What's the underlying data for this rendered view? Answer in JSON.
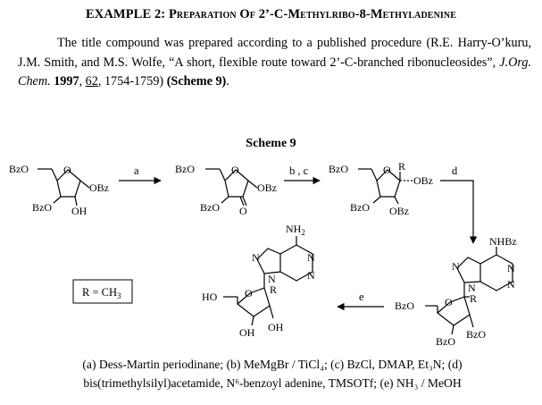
{
  "heading": {
    "prefix": "EXAMPLE 2: ",
    "title": "Preparation Of 2’-C-Methylribo-8-Methyladenine"
  },
  "paragraph": {
    "text_1": "The title compound was prepared according to a published procedure (R.E. Harry-O’kuru, J.M. Smith, and M.S. Wolfe, “A short, flexible route toward 2’-C-branched ribonucleosides”, ",
    "journal": "J.Org. Chem.",
    "year": "1997",
    "volume": "62",
    "pages": ", 1754-1759) ",
    "scheme_ref": "(Scheme 9)",
    "end": "."
  },
  "scheme": {
    "title": "Scheme 9",
    "box_label": "R = CH",
    "box_sub": "3",
    "arrows": {
      "a": "a",
      "bc": "b , c",
      "d": "d",
      "e": "e"
    },
    "mol1": {
      "top": "BzO",
      "obz": "OBz",
      "bzo": "BzO",
      "oh": "OH"
    },
    "mol2": {
      "top": "BzO",
      "obz": "OBz",
      "bzo": "BzO"
    },
    "mol3": {
      "top": "BzO",
      "r": "R",
      "obz": "OBz",
      "bzo": "BzO",
      "obz2": "OBz"
    },
    "mol4": {
      "nhbz": "NHBz",
      "bzo": "BzO",
      "r": "R",
      "bzo2": "BzO",
      "bzo3": "BzO",
      "n": "N"
    },
    "mol5": {
      "nh2": "NH",
      "nh2_sub": "2",
      "ho": "HO",
      "r": "R",
      "oh1": "OH",
      "oh2": "OH",
      "n": "N"
    }
  },
  "legend": {
    "line1": "(a) Dess-Martin periodinane; (b) MeMgBr / TiCl₄; (c) BzCl, DMAP, Et₃N; (d)",
    "line2": "bis(trimethylsilyl)acetamide, N⁶-benzoyl adenine, TMSOTf; (e) NH₃ / MeOH"
  }
}
